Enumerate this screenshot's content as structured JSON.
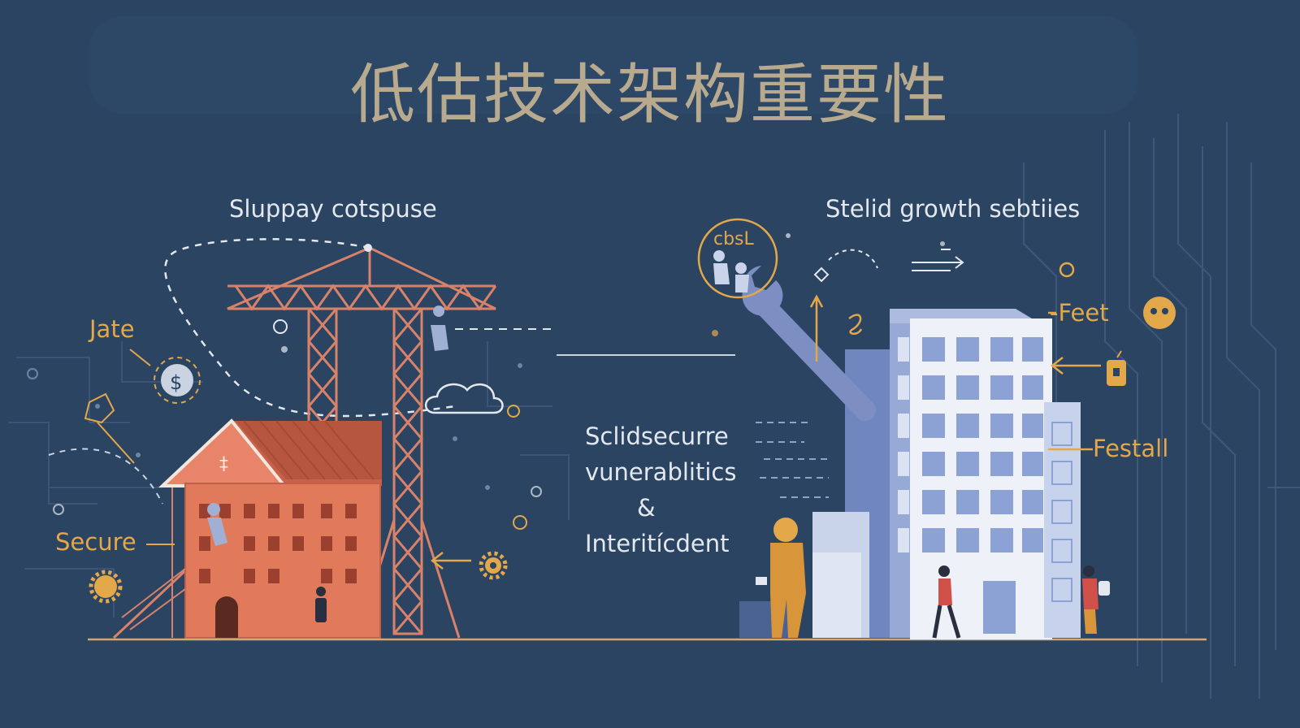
{
  "title": "低估技术架构重要性",
  "left_panel": {
    "heading": "Sluppay cotspuse",
    "labels": {
      "top": "Jate",
      "bottom": "Secure"
    }
  },
  "right_panel": {
    "heading": "Stelid growth sebtiies",
    "badge": "cbsL",
    "labels": {
      "top": "-Feet",
      "bottom": "Festall"
    }
  },
  "center_text": {
    "line1": "Sclidsecurre",
    "line2": "vunerablitics",
    "line3": "&",
    "line4": "Interitícdent"
  },
  "colors": {
    "background": "#2b4462",
    "title": "#b8aa8e",
    "accent": "#e2a84a",
    "house": "#e07a5a",
    "crane": "#d9826a",
    "building": "#8fa3d3",
    "building_light": "#e9edf6"
  },
  "icons": [
    "gear-icon",
    "wrench-icon",
    "cloud-icon",
    "crane-icon",
    "house-icon",
    "office-building-icon",
    "arrow-icon"
  ]
}
